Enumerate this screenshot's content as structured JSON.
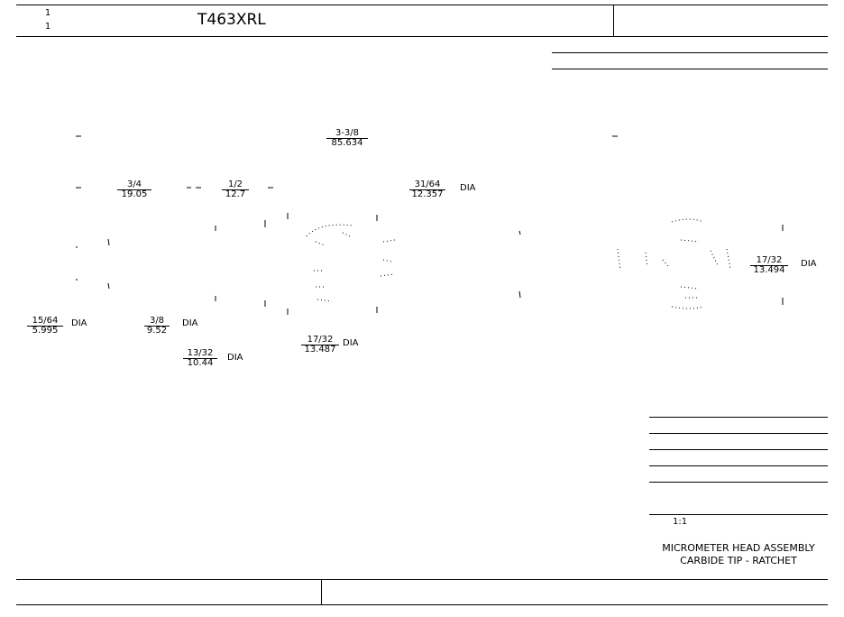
{
  "title_block": {
    "sheet_top": "1",
    "sheet_bottom": "1",
    "part_number": "T463XRL"
  },
  "dimensions": [
    {
      "id": "overall-length",
      "numerator": "3-3/8",
      "denominator": "85.634",
      "suffix": ""
    },
    {
      "id": "dim-3-4",
      "numerator": "3/4",
      "denominator": "19.05",
      "suffix": ""
    },
    {
      "id": "dim-1-2",
      "numerator": "1/2",
      "denominator": "12.7",
      "suffix": ""
    },
    {
      "id": "dim-31-64",
      "numerator": "31/64",
      "denominator": "12.357",
      "suffix": "DIA"
    },
    {
      "id": "dim-15-64",
      "numerator": "15/64",
      "denominator": "5.995",
      "suffix": "DIA"
    },
    {
      "id": "dim-3-8",
      "numerator": "3/8",
      "denominator": "9.52",
      "suffix": "DIA"
    },
    {
      "id": "dim-13-32",
      "numerator": "13/32",
      "denominator": "10.44",
      "suffix": "DIA"
    },
    {
      "id": "dim-17-32-a",
      "numerator": "17/32",
      "denominator": "13.487",
      "suffix": "DIA"
    },
    {
      "id": "dim-17-32-b",
      "numerator": "17/32",
      "denominator": "13.494",
      "suffix": "DIA"
    }
  ],
  "description": {
    "small_label": "1:1",
    "line1": "MICROMETER HEAD ASSEMBLY",
    "line2": "CARBIDE TIP - RATCHET"
  }
}
